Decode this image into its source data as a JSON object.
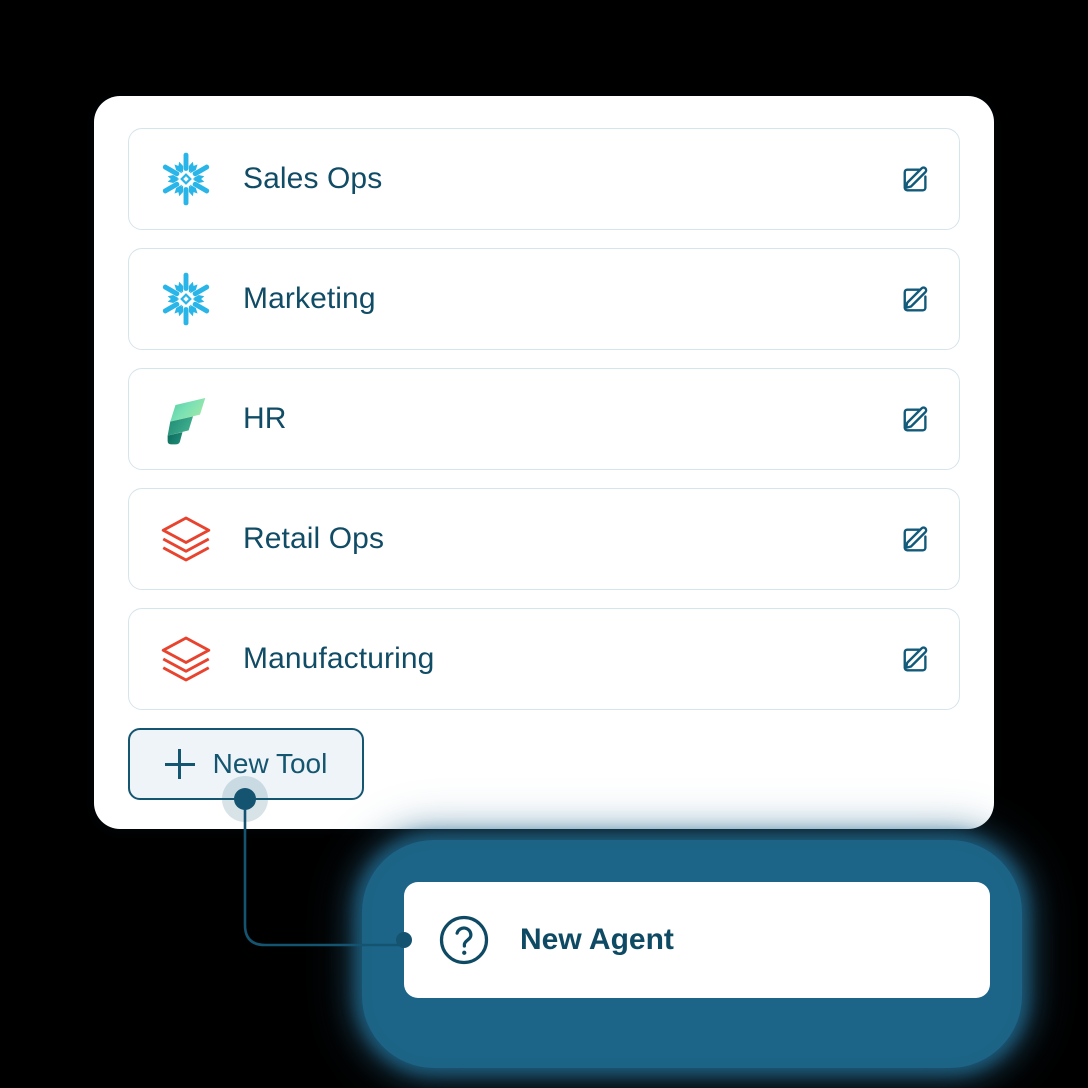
{
  "panel": {
    "name": "tool-panel",
    "tools": [
      {
        "label": "Sales Ops",
        "icon": "snowflake-icon",
        "edit_icon": "edit-pencil-icon"
      },
      {
        "label": "Marketing",
        "icon": "snowflake-icon",
        "edit_icon": "edit-pencil-icon"
      },
      {
        "label": "HR",
        "icon": "power-platform-icon",
        "edit_icon": "edit-pencil-icon"
      },
      {
        "label": "Retail Ops",
        "icon": "databricks-icon",
        "edit_icon": "edit-pencil-icon"
      },
      {
        "label": "Manufacturing",
        "icon": "databricks-icon",
        "edit_icon": "edit-pencil-icon"
      }
    ]
  },
  "new_tool_button": {
    "label": "New Tool",
    "icon": "plus-icon"
  },
  "new_agent_card": {
    "label": "New Agent",
    "icon": "question-circle-icon"
  },
  "colors": {
    "text_primary": "#114c66",
    "text_agent": "#0f4a64",
    "row_border": "#d6e4ec",
    "button_fill": "#eef4f8",
    "button_border": "#14556f",
    "node": "#145470",
    "glow": "#1c6588",
    "snowflake": "#29b5e8",
    "databricks": "#e8432e",
    "power_platform_light": "#7ee2b8",
    "power_platform_dark": "#107c64",
    "background": "#000000",
    "panel": "#ffffff"
  }
}
